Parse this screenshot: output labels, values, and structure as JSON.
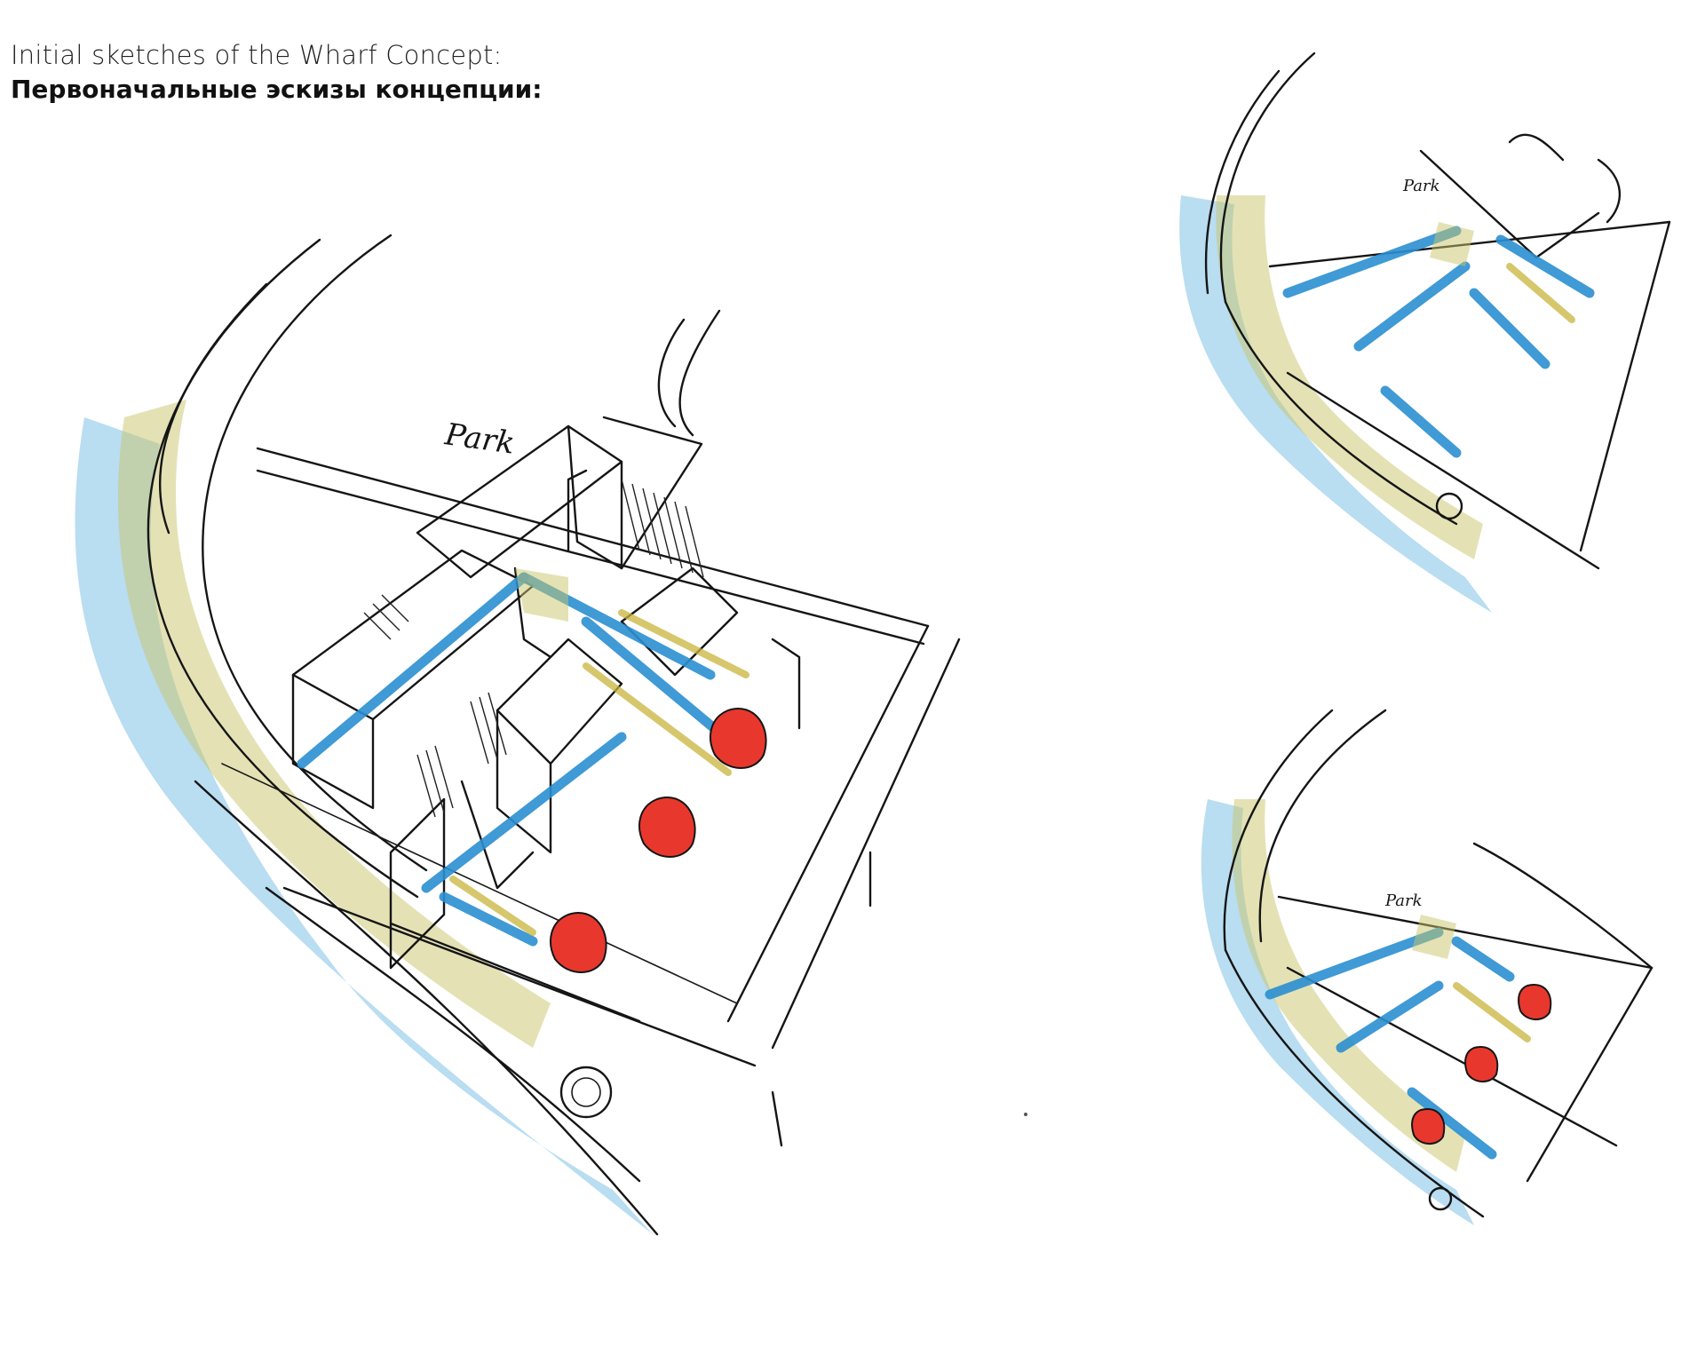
{
  "caption": {
    "english": "Initial sketches of the Wharf Concept:",
    "russian": "Первоначальные эскизы концепции:"
  },
  "sketches": {
    "main_label": "Park",
    "top_right_label": "Park",
    "bottom_right_label": "Park"
  },
  "colors": {
    "ink": "#151515",
    "water_blue": "#7fc1e6",
    "accent_blue": "#2a8fd0",
    "ochre": "#c8b43c",
    "red": "#e8382e"
  }
}
